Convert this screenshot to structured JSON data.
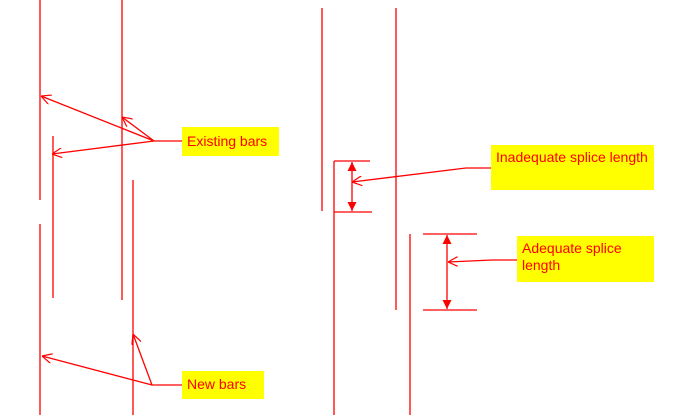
{
  "colors": {
    "line": "#ff0000",
    "label_background": "#ffff00",
    "label_text": "#ff0000",
    "background": "#ffffff"
  },
  "labels": {
    "existing_bars": "Existing bars",
    "inadequate_splice": "Inadequate splice length",
    "adequate_splice": "Adequate splice length",
    "new_bars": "New bars"
  }
}
